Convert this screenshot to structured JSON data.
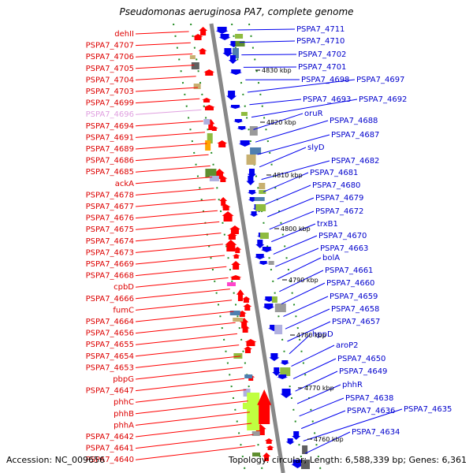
{
  "title": "Pseudomonas aeruginosa PA7, complete genome",
  "footer": {
    "accession": "Accession: NC_009656",
    "topology": "Topology: circular; Length: 6,588,339 bp; Genes: 6,361"
  },
  "colors": {
    "forward": "#ff0000",
    "reverse": "#0000ee",
    "backbone": "#888888",
    "tick_track": "#228b22"
  },
  "kbp_markers": [
    "4830 kbp",
    "4820 kbp",
    "4810 kbp",
    "4800 kbp",
    "4790 kbp",
    "4780 kbp",
    "4770 kbp",
    "4760 kbp"
  ],
  "left_labels": [
    {
      "text": "dehII"
    },
    {
      "text": "PSPA7_4707"
    },
    {
      "text": "PSPA7_4706"
    },
    {
      "text": "PSPA7_4705"
    },
    {
      "text": "PSPA7_4704"
    },
    {
      "text": "PSPA7_4703"
    },
    {
      "text": "PSPA7_4699"
    },
    {
      "text": "PSPA7_4696",
      "faded": true
    },
    {
      "text": "PSPA7_4694"
    },
    {
      "text": "PSPA7_4691"
    },
    {
      "text": "PSPA7_4689"
    },
    {
      "text": "PSPA7_4686"
    },
    {
      "text": "PSPA7_4685"
    },
    {
      "text": "ackA"
    },
    {
      "text": "PSPA7_4678"
    },
    {
      "text": "PSPA7_4677"
    },
    {
      "text": "PSPA7_4676"
    },
    {
      "text": "PSPA7_4675"
    },
    {
      "text": "PSPA7_4674"
    },
    {
      "text": "PSPA7_4673"
    },
    {
      "text": "PSPA7_4669"
    },
    {
      "text": "PSPA7_4668"
    },
    {
      "text": "cpbD"
    },
    {
      "text": "PSPA7_4666"
    },
    {
      "text": "fumC"
    },
    {
      "text": "PSPA7_4664"
    },
    {
      "text": "PSPA7_4656"
    },
    {
      "text": "PSPA7_4655"
    },
    {
      "text": "PSPA7_4654"
    },
    {
      "text": "PSPA7_4653"
    },
    {
      "text": "pbpG"
    },
    {
      "text": "PSPA7_4647"
    },
    {
      "text": "phhC"
    },
    {
      "text": "phhB"
    },
    {
      "text": "phhA"
    },
    {
      "text": "PSPA7_4642"
    },
    {
      "text": "PSPA7_4641"
    },
    {
      "text": "PSPA7_4640"
    }
  ],
  "right_labels": [
    {
      "text": "PSPA7_4711"
    },
    {
      "text": "PSPA7_4710"
    },
    {
      "text": "PSPA7_4702"
    },
    {
      "text": "PSPA7_4701"
    },
    {
      "text": "PSPA7_4698"
    },
    {
      "text": "PSPA7_4697"
    },
    {
      "text": "PSPA7_4693"
    },
    {
      "text": "PSPA7_4692"
    },
    {
      "text": "oruR"
    },
    {
      "text": "PSPA7_4688"
    },
    {
      "text": "PSPA7_4687"
    },
    {
      "text": "slyD"
    },
    {
      "text": "PSPA7_4682"
    },
    {
      "text": "PSPA7_4681"
    },
    {
      "text": "PSPA7_4680"
    },
    {
      "text": "PSPA7_4679"
    },
    {
      "text": "PSPA7_4672"
    },
    {
      "text": "trxB1"
    },
    {
      "text": "PSPA7_4670"
    },
    {
      "text": "PSPA7_4663"
    },
    {
      "text": "bolA"
    },
    {
      "text": "PSPA7_4661"
    },
    {
      "text": "PSPA7_4660"
    },
    {
      "text": "PSPA7_4659"
    },
    {
      "text": "PSPA7_4658"
    },
    {
      "text": "PSPA7_4657"
    },
    {
      "text": "hppD"
    },
    {
      "text": "aroP2"
    },
    {
      "text": "PSPA7_4650"
    },
    {
      "text": "PSPA7_4649"
    },
    {
      "text": "phhR"
    },
    {
      "text": "PSPA7_4638"
    },
    {
      "text": "PSPA7_4636"
    },
    {
      "text": "PSPA7_4635"
    },
    {
      "text": "PSPA7_4634"
    }
  ]
}
